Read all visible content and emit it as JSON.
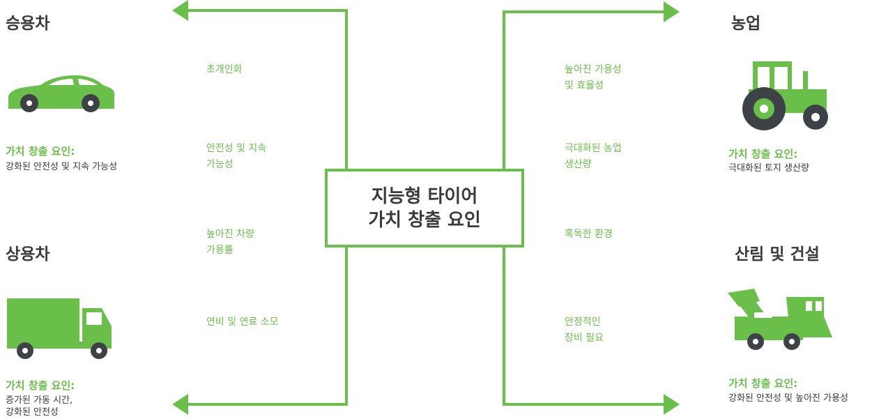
{
  "center": {
    "title": "지능형 타이어\n가치 창출 요인"
  },
  "colors": {
    "accent": "#6abf4b",
    "dark": "#3a3a3a",
    "tire": "#3d4247"
  },
  "left_factors": [
    {
      "text": "초개인화"
    },
    {
      "text": "안전성 및 지속\n가능성"
    },
    {
      "text": "높아진 차량\n가용률"
    },
    {
      "text": "연비 및 연료 소모"
    }
  ],
  "right_factors": [
    {
      "text": "높아진 가용성\n및 효율성"
    },
    {
      "text": "극대화된 농업\n생산량"
    },
    {
      "text": "혹독한 환경"
    },
    {
      "text": "안정적인\n장비 필요"
    }
  ],
  "segments": {
    "passenger": {
      "title": "승용차",
      "icon": "car-icon",
      "label": "가치 창출 요인:",
      "value": "강화된 안전성 및 지속 가능성"
    },
    "commercial": {
      "title": "상용차",
      "icon": "truck-icon",
      "label": "가치 창출 요인:",
      "value": "증가된 가동 시간,\n강화된 안전성"
    },
    "agriculture": {
      "title": "농업",
      "icon": "tractor-icon",
      "label": "가치 창출 요인:",
      "value": "극대화된 토지 생산량"
    },
    "forestry": {
      "title": "산림 및 건설",
      "icon": "crane-truck-icon",
      "label": "가치 창출 요인:",
      "value": "강화된 안전성 및 높아진 가용성"
    }
  }
}
